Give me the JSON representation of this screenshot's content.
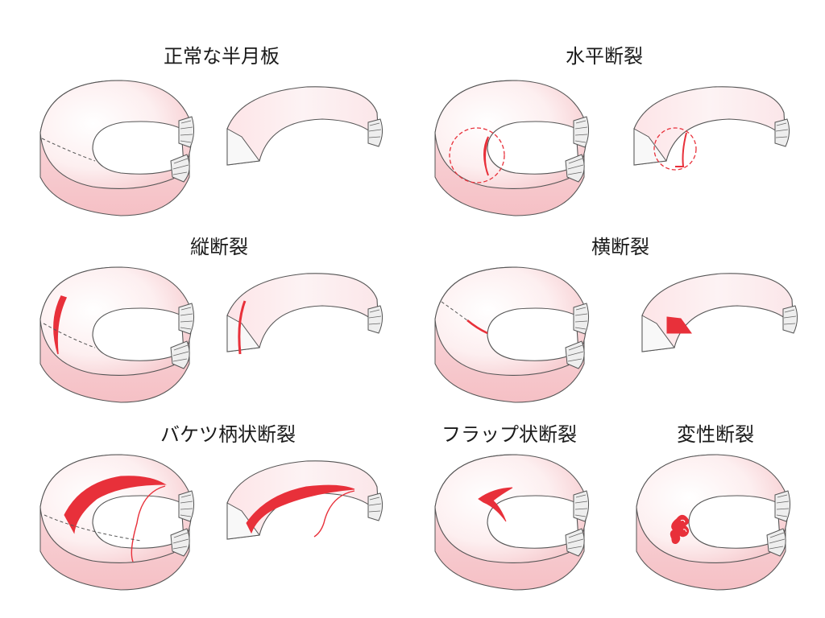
{
  "colors": {
    "tissue_light": "#fde8ea",
    "tissue_dark": "#f7c3c7",
    "outline": "#555555",
    "tear": "#e8303a",
    "horn": "#eeeeee"
  },
  "labels": {
    "normal": "正常な半月板",
    "horizontal": "水平断裂",
    "longitudinal": "縦断裂",
    "transverse": "横断裂",
    "bucket_handle": "バケツ柄状断裂",
    "flap": "フラップ状断裂",
    "degenerative": "変性断裂"
  }
}
